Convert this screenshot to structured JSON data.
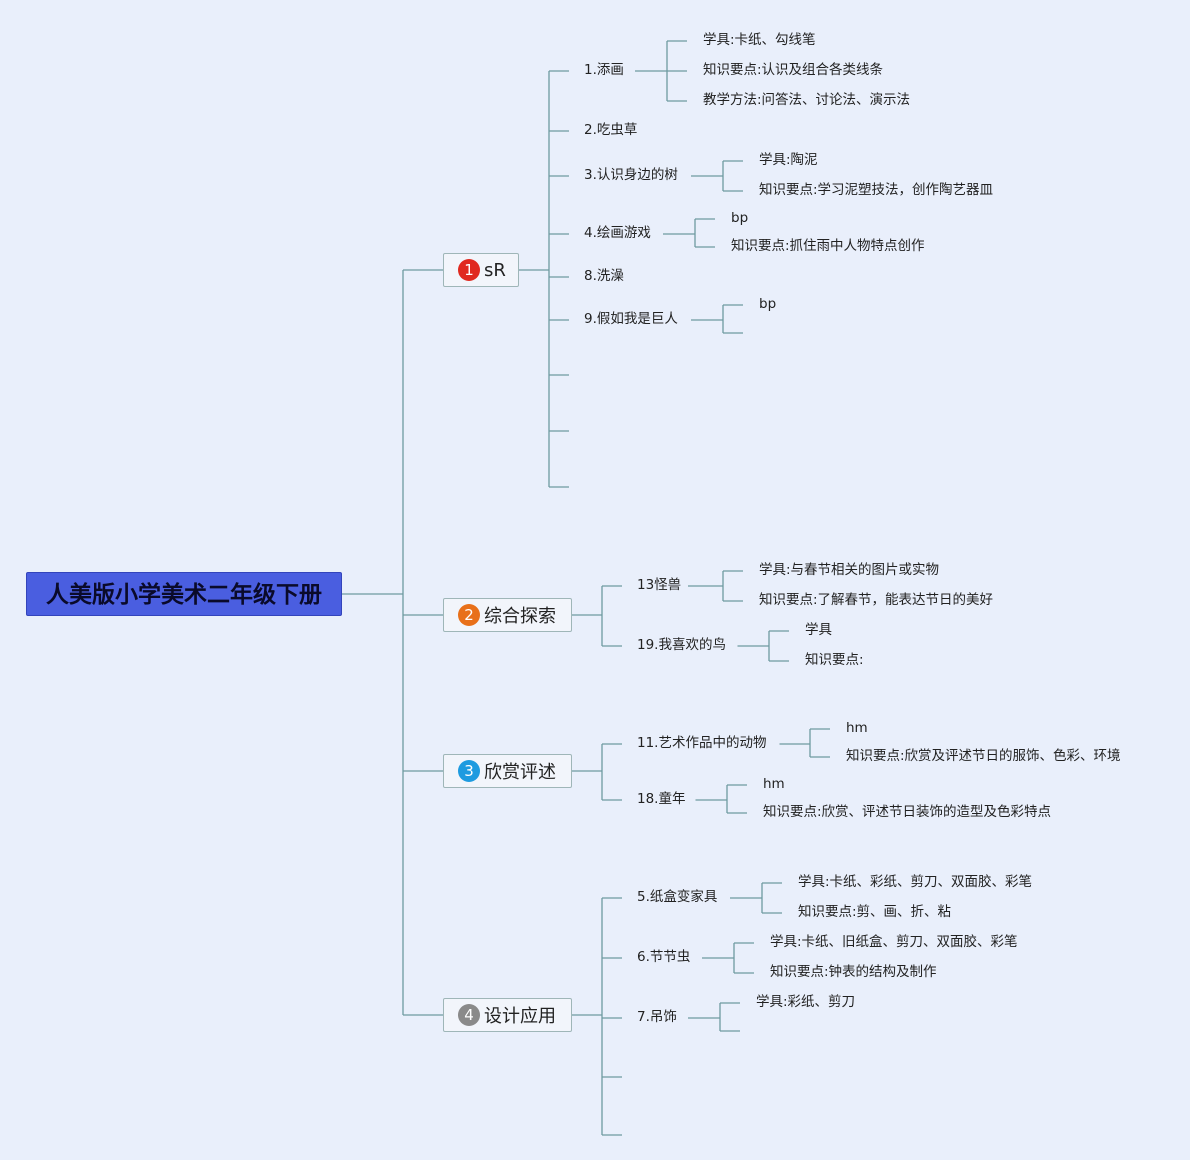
{
  "root": {
    "title": "人美版小学美术二年级下册"
  },
  "branches": [
    {
      "num": "1",
      "color": "#e0291f",
      "label": "sR",
      "topics": [
        {
          "label": "1.添画",
          "notes": [
            "学具:卡纸、勾线笔",
            "知识要点:认识及组合各类线条",
            "教学方法:问答法、讨论法、演示法"
          ]
        },
        {
          "label": "2.吃虫草",
          "notes": []
        },
        {
          "label": "3.认识身边的树",
          "notes": [
            "学具:陶泥",
            "知识要点:学习泥塑技法，创作陶艺器皿"
          ]
        },
        {
          "label": "4.绘画游戏",
          "notes": [
            "bp",
            "知识要点:抓住雨中人物特点创作"
          ]
        },
        {
          "label": "8.洗澡",
          "notes": []
        },
        {
          "label": "9.假如我是巨人",
          "notes": [
            "bp",
            ""
          ]
        },
        {
          "label": "",
          "notes": []
        },
        {
          "label": "",
          "notes": []
        },
        {
          "label": "",
          "notes": []
        }
      ]
    },
    {
      "num": "2",
      "color": "#e8701a",
      "label": "综合探索",
      "topics": [
        {
          "label": "13怪兽",
          "notes": [
            "学具:与春节相关的图片或实物",
            "知识要点:了解春节，能表达节日的美好"
          ]
        },
        {
          "label": "19.我喜欢的鸟",
          "notes": [
            "学具",
            "知识要点:"
          ]
        }
      ]
    },
    {
      "num": "3",
      "color": "#1e9be0",
      "label": "欣赏评述",
      "topics": [
        {
          "label": "11.艺术作品中的动物",
          "notes": [
            "hm",
            "知识要点:欣赏及评述节日的服饰、色彩、环境"
          ]
        },
        {
          "label": "18.童年",
          "notes": [
            "hm",
            "知识要点:欣赏、评述节日装饰的造型及色彩特点"
          ]
        }
      ]
    },
    {
      "num": "4",
      "color": "#8a8a8a",
      "label": "设计应用",
      "topics": [
        {
          "label": "5.纸盒变家具",
          "notes": [
            "学具:卡纸、彩纸、剪刀、双面胶、彩笔",
            "知识要点:剪、画、折、粘"
          ]
        },
        {
          "label": "6.节节虫",
          "notes": [
            "学具:卡纸、旧纸盒、剪刀、双面胶、彩笔",
            "知识要点:钟表的结构及制作"
          ]
        },
        {
          "label": "7.吊饰",
          "notes": [
            "学具:彩纸、剪刀",
            ""
          ]
        },
        {
          "label": "",
          "notes": []
        },
        {
          "label": "",
          "notes": []
        }
      ]
    }
  ],
  "colors": {
    "background": "#e9effb",
    "root_fill": "#4a5ee0",
    "connector": "#6e9aa0"
  }
}
